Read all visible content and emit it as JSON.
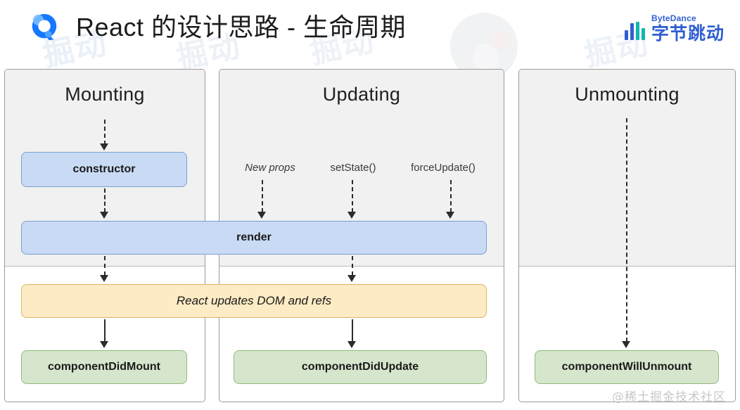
{
  "header": {
    "title": "React 的设计思路 - 生命周期",
    "brand_logo_name": "react-design-logo",
    "bytedance": {
      "en": "ByteDance",
      "cn": "字节跳动",
      "bar_colors": [
        "#2f5fd0",
        "#2f5fd0",
        "#12b5b0",
        "#12b5b0"
      ]
    }
  },
  "panels": [
    {
      "title": "Mounting"
    },
    {
      "title": "Updating"
    },
    {
      "title": "Unmounting"
    }
  ],
  "triggers": [
    {
      "label": "New props",
      "italic": true
    },
    {
      "label": "setState()",
      "italic": false
    },
    {
      "label": "forceUpdate()",
      "italic": false
    }
  ],
  "boxes": {
    "constructor": "constructor",
    "render": "render",
    "updates": "React updates DOM and refs",
    "did_mount": "componentDidMount",
    "did_update": "componentDidUpdate",
    "will_unmount": "componentWillUnmount"
  },
  "colors": {
    "blue_fill": "#c9daf4",
    "blue_border": "#7c9fd4",
    "green_fill": "#d6e6cc",
    "green_border": "#93bb7e",
    "yellow_fill": "#fcebc4",
    "yellow_border": "#d9b463",
    "panel_top_fill": "#f1f1f1",
    "panel_border": "#9a9a9a",
    "brand_blue": "#2f5fd0",
    "brand_teal": "#12b5b0",
    "arrow": "#2b2b2b"
  },
  "watermark": {
    "community": "@稀土掘金技术社区",
    "background_text": "掘动"
  }
}
